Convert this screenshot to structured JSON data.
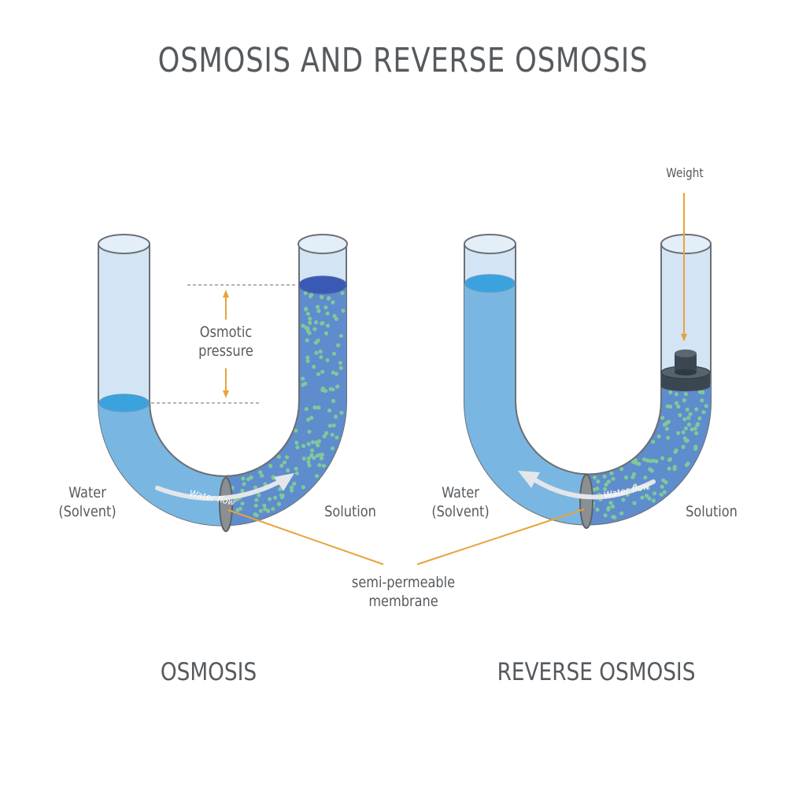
{
  "title": "OSMOSIS AND REVERSE OSMOSIS",
  "osmosis": {
    "osmotic_pressure": "Osmotic\npressure",
    "water": "Water\n(Solvent)",
    "solution": "Solution",
    "flow": "Water flow",
    "section_title": "OSMOSIS"
  },
  "reverse": {
    "weight": "Weight",
    "water": "Water\n(Solvent)",
    "solution": "Solution",
    "flow": "Water flow",
    "section_title": "REVERSE OSMOSIS"
  },
  "membrane_label": "semi-permeable\nmembrane",
  "colors": {
    "text": "#555a5f",
    "arrow_orange": "#e8a33a",
    "water": "#6fb0dc",
    "solution": "#5c86c8",
    "particles": "#7fc89a",
    "tube_empty": "#cfe2f4",
    "weight": "#3b4750"
  }
}
